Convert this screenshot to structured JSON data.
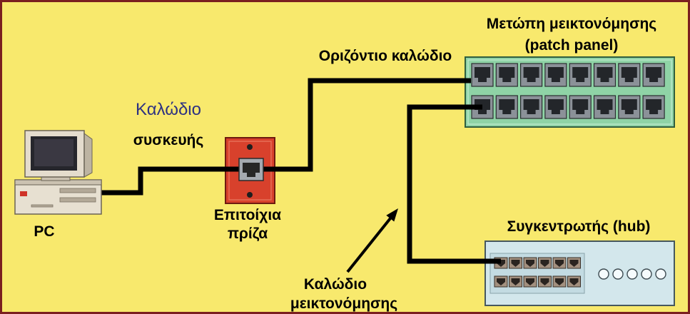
{
  "colors": {
    "background": "#f8e96d",
    "border": "#7b1f1f",
    "cable": "#000000",
    "device_cable_label": "#2d3282",
    "wall_outlet": "#d8412c",
    "patch_panel": "#8fd3a6",
    "hub": "#d3e7ec"
  },
  "pc": {
    "icon": "desktop-computer-icon",
    "label": "PC"
  },
  "device_cable": {
    "label_line1": "Καλώδιο",
    "label_line2": "συσκευής"
  },
  "wall_outlet": {
    "icon": "wall-outlet-icon",
    "label_line1": "Επιτοίχια",
    "label_line2": "πρίζα"
  },
  "horizontal_cable": {
    "label": "Οριζόντιο καλώδιο"
  },
  "patch_panel": {
    "icon": "patch-panel-icon",
    "label_line1": "Μετώπη μεικτονόμησης",
    "label_line2": "(patch panel)"
  },
  "hub": {
    "icon": "hub-icon",
    "label": "Συγκεντρωτής (hub)"
  },
  "patch_cable": {
    "icon": "arrow-icon",
    "label_line1": "Καλώδιο",
    "label_line2": "μεικτονόμησης"
  }
}
